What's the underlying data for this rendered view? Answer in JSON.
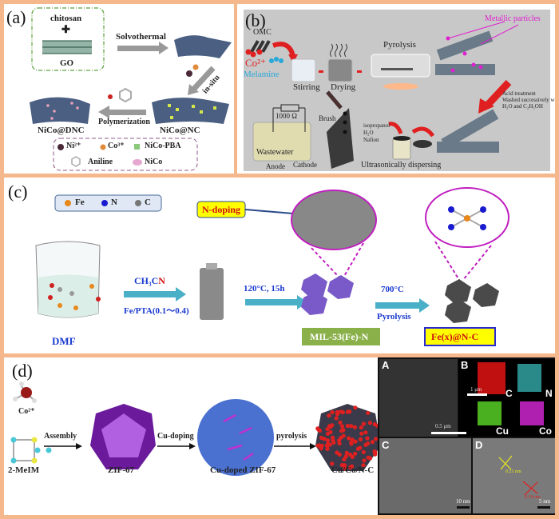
{
  "panel_a": {
    "label": "(a)",
    "chitosan": "chitosan",
    "plus": "✚",
    "go": "GO",
    "solvothermal": "Solvothermal",
    "in_situ": "in-situ",
    "polymerization": "Polymerization",
    "nico_dnc": "NiCo@DNC",
    "nico_nc": "NiCo@NC",
    "legend": {
      "ni": "Ni²⁺",
      "co": "Co³⁺",
      "pba": "NiCo-PBA",
      "aniline": "Aniline",
      "nico": "NiCo"
    }
  },
  "panel_b": {
    "label": "(b)",
    "omc": "OMC",
    "co2": "Co²⁺",
    "melamine": "Melamine",
    "stirring": "Stirring",
    "drying": "Drying",
    "pyrolysis": "Pyrolysis",
    "metallic": "Metallic particles",
    "acid1": "Acid treatment",
    "acid2": "Washed successively with",
    "acid3": "H₂O and C₂H₅OH",
    "resistor": "1000 Ω",
    "wastewater": "Wastewater",
    "anode": "Anode",
    "cathode": "Cathode",
    "brush": "Brush",
    "isopropanol": "isopropanol",
    "h2o": "H₂O",
    "nafion": "Nafion",
    "ultra": "Ultrasonically dispersing"
  },
  "panel_c": {
    "label": "(c)",
    "legend": {
      "fe": "Fe",
      "n": "N",
      "c": "C"
    },
    "ndoping": "N-doping",
    "dmf": "DMF",
    "ch3cn": "CH₃C",
    "ch3cn_n": "N",
    "fe_pta": "Fe/PTA(0.1～0.4)",
    "cond1": "120°C, 15h",
    "cond2": "700°C",
    "pyrolysis": "Pyrolysis",
    "mil": "MIL-53(Fe)-N",
    "product": "Fe(x)@N-C"
  },
  "panel_d": {
    "label": "(d)",
    "co2": "Co²⁺",
    "meim": "2-MeIM",
    "assembly": "Assembly",
    "zif": "ZIF-67",
    "cu_doping": "Cu-doping",
    "cu_zif": "Cu-doped ZIF-67",
    "pyrolysis": "pyrolysis",
    "product": "Cu/Co/N-C",
    "micro": {
      "A": "A",
      "B": "B",
      "C": "C",
      "D": "D",
      "scale_a": "0.5 μm",
      "scale_b": "1 μm",
      "map_c": "C",
      "map_n": "N",
      "map_cu": "Cu",
      "map_co": "Co",
      "scale_c": "10 nm",
      "scale_d": "5 nm",
      "d1": "0.21 nm",
      "d2": "0.34 nm"
    }
  }
}
